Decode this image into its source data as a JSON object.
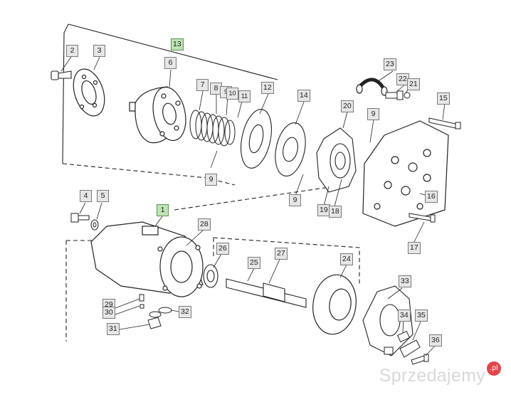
{
  "callouts": {
    "c1": "1",
    "c2": "2",
    "c3": "3",
    "c4": "4",
    "c5": "5",
    "c6": "6",
    "c7": "7",
    "c8": "8",
    "c9a": "9",
    "c9b": "9",
    "c9c": "9",
    "c9d": "9",
    "c10": "10",
    "c11": "11",
    "c12": "12",
    "c13": "13",
    "c14": "14",
    "c15": "15",
    "c16": "16",
    "c17": "17",
    "c18": "18",
    "c19": "19",
    "c20": "20",
    "c21": "21",
    "c22": "22",
    "c23": "23",
    "c24": "24",
    "c25": "25",
    "c26": "26",
    "c27": "27",
    "c28": "28",
    "c29": "29",
    "c30": "30",
    "c31": "31",
    "c32": "32",
    "c33": "33",
    "c34": "34",
    "c35": "35",
    "c36": "36"
  },
  "highlighted_callouts": [
    "1",
    "13"
  ],
  "watermark": {
    "text": "Sprzedajemy",
    "badge": ".pl"
  },
  "colors": {
    "highlight": "#bfe3b5",
    "callout": "#e6e6e6",
    "line": "#222222"
  }
}
